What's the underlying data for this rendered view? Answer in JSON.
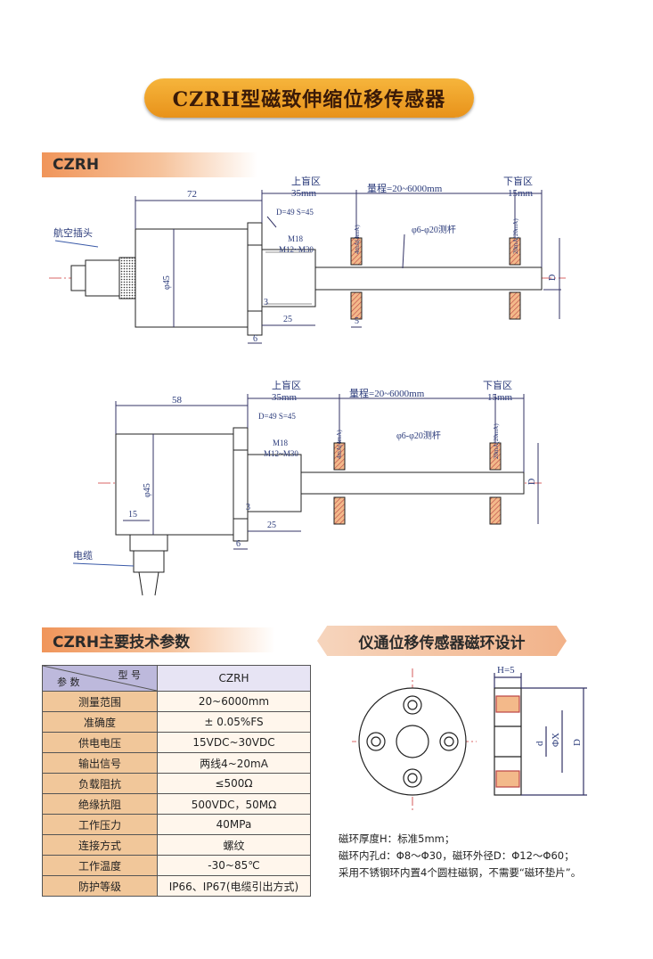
{
  "title": "CZRH型磁致伸缩位移传感器",
  "section1_label": "CZRH",
  "drawing1": {
    "dim_total": "72",
    "upper_blind": "上盲区",
    "upper_blind_val": "35mm",
    "range": "量程=20~6000mm",
    "lower_blind": "下盲区",
    "lower_blind_val": "15mm",
    "connector": "航空插头",
    "hex": "D=49 S=45",
    "thread": "M18",
    "thread2": "M12~M30",
    "rod": "φ6-φ20测杆",
    "dia": "φ45",
    "d3": "3",
    "d25": "25",
    "d6": "6",
    "d5": "5",
    "dD": "D",
    "ma4": "4mA(4mA)",
    "ma20": "20mA(20mA)"
  },
  "drawing2": {
    "dim_total": "58",
    "upper_blind": "上盲区",
    "upper_blind_val": "35mm",
    "range": "量程=20~6000mm",
    "lower_blind": "下盲区",
    "lower_blind_val": "15mm",
    "cable": "电缆",
    "hex": "D=49 S=45",
    "thread": "M18",
    "thread2": "M12~M30",
    "rod": "φ6-φ20测杆",
    "dia": "φ45",
    "d15": "15",
    "d3": "3",
    "d25": "25",
    "d6": "6",
    "dD": "D",
    "ma4": "4mA(4mA)",
    "ma20": "20mA(20mA)"
  },
  "section2_label": "CZRH主要技术参数",
  "table": {
    "header_model": "型 号",
    "header_param": "参 数",
    "header_value": "CZRH",
    "rows": [
      {
        "k": "测量范围",
        "v": "20~6000mm"
      },
      {
        "k": "准确度",
        "v": "± 0.05%FS"
      },
      {
        "k": "供电电压",
        "v": "15VDC~30VDC"
      },
      {
        "k": "输出信号",
        "v": "两线4~20mA"
      },
      {
        "k": "负载阻抗",
        "v": "≤500Ω"
      },
      {
        "k": "绝缘抗阻",
        "v": "500VDC，50MΩ"
      },
      {
        "k": "工作压力",
        "v": "40MPa"
      },
      {
        "k": "连接方式",
        "v": "螺纹"
      },
      {
        "k": "工作温度",
        "v": "-30~85℃"
      },
      {
        "k": "防护等级",
        "v": "IP66、IP67(电缆引出方式)"
      }
    ]
  },
  "magnet": {
    "title": "仪通位移传感器磁环设计",
    "h_label": "H=5",
    "phi_x": "ΦX",
    "d_label": "d",
    "D_label": "D",
    "note1": "磁环厚度H：标准5mm；",
    "note2": "磁环内孔d：Φ8～Φ30，磁环外径D：Φ12～Φ60；",
    "note3": "采用不锈钢环内置4个圆柱磁钢，不需要“磁环垫片”。"
  }
}
